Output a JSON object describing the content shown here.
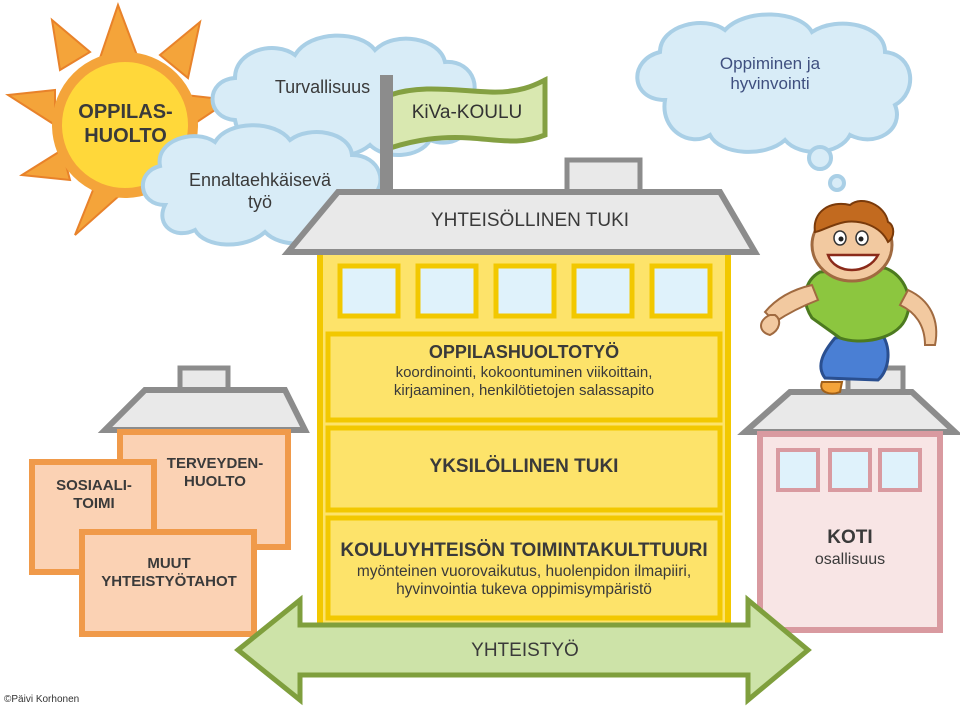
{
  "sun": {
    "label_line1": "OPPILAS-",
    "label_line2": "HUOLTO"
  },
  "clouds": {
    "safety": "Turvallisuus",
    "prevent_line1": "Ennaltaehkäisevä",
    "prevent_line2": "työ",
    "thought_line1": "Oppiminen ja",
    "thought_line2": "hyvinvointi"
  },
  "flag": {
    "label": "KiVa-KOULU"
  },
  "school": {
    "roof_label": "YHTEISÖLLINEN TUKI",
    "band1": {
      "title": "OPPILASHUOLTOTYÖ",
      "line1": "koordinointi, kokoontuminen viikoittain,",
      "line2": "kirjaaminen, henkilötietojen salassapito"
    },
    "band2": {
      "title": "YKSILÖLLINEN TUKI"
    },
    "band3": {
      "title": "KOULUYHTEISÖN TOIMINTAKULTTUURI",
      "line1": "myönteinen vuorovaikutus, huolenpidon ilmapiiri,",
      "line2": "hyvinvointia tukeva oppimisympäristö"
    }
  },
  "left_houses": {
    "social_line1": "SOSIAALI-",
    "social_line2": "TOIMI",
    "health_line1": "TERVEYDEN-",
    "health_line2": "HUOLTO",
    "other_line1": "MUUT",
    "other_line2": "YHTEISTYÖTAHOT"
  },
  "home": {
    "title": "KOTI",
    "subtitle": "osallisuus"
  },
  "arrow": {
    "label": "YHTEISTYÖ"
  },
  "copyright": "©Päivi Korhonen",
  "colors": {
    "sun_orange": "#f4a43a",
    "sun_yellow": "#ffd83a",
    "cloud_fill": "#d8ecf7",
    "cloud_stroke": "#a9cfe6",
    "school_yellow": "#fde36a",
    "school_border": "#f2c800",
    "roof_grey": "#e9e9e9",
    "roof_stroke": "#8c8c8c",
    "flag_green": "#d9e8b0",
    "flag_stroke": "#84a042",
    "house_orange_fill": "#fbd2b4",
    "house_orange_stroke": "#f09a4a",
    "home_fill": "#f8e5e5",
    "home_stroke": "#d99aa0",
    "arrow_fill": "#cde3a8",
    "arrow_stroke": "#7f9f3d",
    "window_fill": "#dff2fb"
  },
  "icons": [
    "sun-icon",
    "cloud-icon",
    "flag-icon",
    "school-building-icon",
    "house-icon",
    "double-arrow-icon",
    "happy-boy-icon"
  ]
}
